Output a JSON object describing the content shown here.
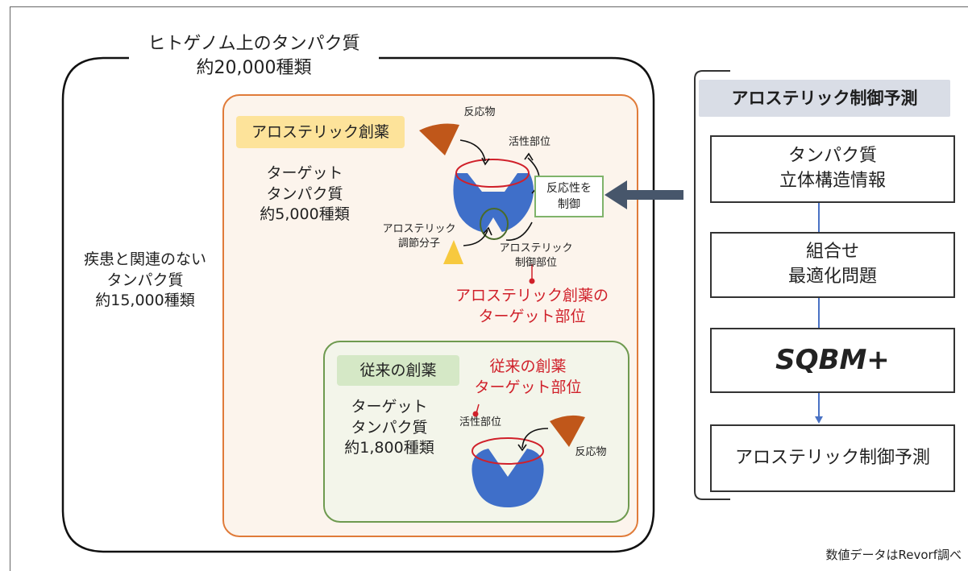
{
  "genome": {
    "title_line1": "ヒトゲノム上のタンパク質",
    "title_line2": "約20,000種類"
  },
  "non_disease": {
    "line1": "疾患と関連のない",
    "line2": "タンパク質",
    "line3": "約15,000種類"
  },
  "allosteric": {
    "tag": "アロステリック創薬",
    "target_line1": "ターゲット",
    "target_line2": "タンパク質",
    "target_line3": "約5,000種類",
    "reactant": "反応物",
    "active_site": "活性部位",
    "modulator_line1": "アロステリック",
    "modulator_line2": "調節分子",
    "control_site_line1": "アロステリック",
    "control_site_line2": "制御部位",
    "control_box_line1": "反応性を",
    "control_box_line2": "制御",
    "target_site_line1": "アロステリック創薬の",
    "target_site_line2": "ターゲット部位"
  },
  "conventional": {
    "tag": "従来の創薬",
    "target_line1": "ターゲット",
    "target_line2": "タンパク質",
    "target_line3": "約1,800種類",
    "target_site_line1": "従来の創薬",
    "target_site_line2": "ターゲット部位",
    "active_site": "活性部位",
    "reactant": "反応物"
  },
  "prediction": {
    "header": "アロステリック制御予測",
    "steps": [
      {
        "line1": "タンパク質",
        "line2": "立体構造情報"
      },
      {
        "line1": "組合せ",
        "line2": "最適化問題"
      },
      {
        "line1": "SQBM+",
        "line2": ""
      },
      {
        "line1": "アロステリック制御予測",
        "line2": ""
      }
    ]
  },
  "source_note": "数値データはRevorf調べ",
  "colors": {
    "orange_border": "#e07b39",
    "orange_fill": "#fcf4ec",
    "green_border": "#6e9a4f",
    "green_fill": "#f3f5ea",
    "protein_blue": "#3f6fc9",
    "reactant_brown": "#c0571a",
    "modulator_yellow": "#f7c93e",
    "highlight_red": "#d0202a",
    "arrow_slate": "#47566b"
  }
}
